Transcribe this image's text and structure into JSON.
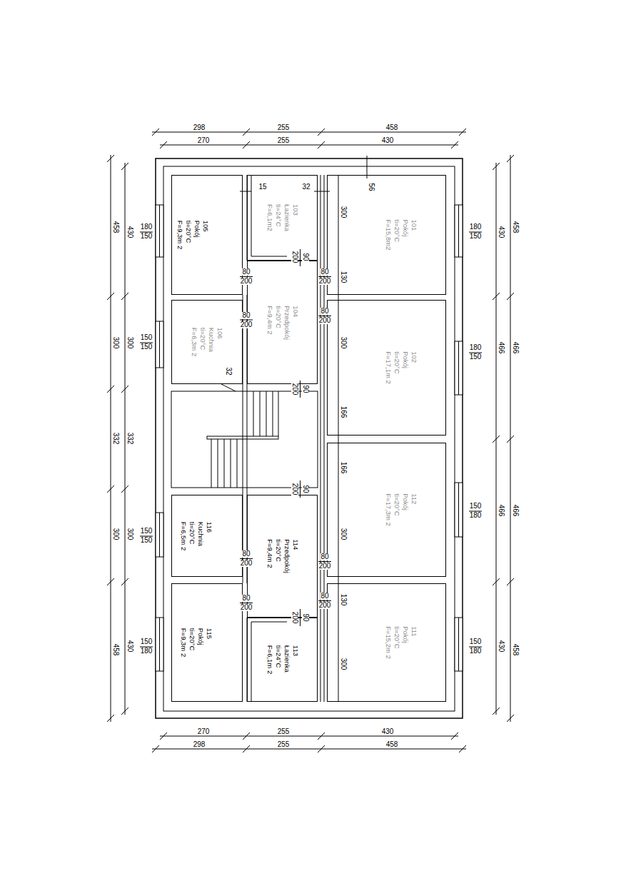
{
  "diagram": {
    "nodes": [
      {
        "text": [
          "105",
          "Pokój",
          "ti=20°C",
          "F=9,3m 2"
        ]
      },
      {
        "text": [
          "103",
          "Łazienka",
          "ti=24°C",
          "F=6,1m2"
        ]
      },
      {
        "text": [
          "101",
          "Pokój",
          "ti=20°C",
          "F=15,8m2"
        ]
      },
      {
        "text": [
          "104",
          "Przedpokój",
          "ti=20°C",
          "F=9,4m 2"
        ]
      },
      {
        "text": [
          "106",
          "Kuchnia",
          "ti=20°C",
          "F=6,3m 2"
        ]
      },
      {
        "text": [
          "102",
          "Pokój",
          "ti=20°C",
          "F=17,1m 2"
        ]
      },
      {
        "text": [
          "116",
          "Kuchnia",
          "ti=20°C",
          "F=6,5m 2"
        ]
      },
      {
        "text": [
          "114",
          "Przedpokój",
          "ti=20°C",
          "F=9,4m 2"
        ]
      },
      {
        "text": [
          "112",
          "Pokój",
          "ti=20°C",
          "F=17,3m 2"
        ]
      },
      {
        "text": [
          "115",
          "Pokój",
          "ti=20°C",
          "F=9,3m 2"
        ]
      },
      {
        "text": [
          "113",
          "Łazienka",
          "ti=24°C",
          "F=6,1m 2"
        ]
      },
      {
        "text": [
          "111",
          "Pokój",
          "ti=20°C",
          "F=15,2m 2"
        ]
      }
    ],
    "labels": [
      "298",
      "255",
      "458",
      "270",
      "255",
      "430",
      "270",
      "255",
      "430",
      "298",
      "255",
      "458",
      "458",
      "300",
      "332",
      "300",
      "458",
      "430",
      "300",
      "332",
      "300",
      "430",
      "180",
      "150",
      "150",
      "150",
      "150",
      "150",
      "150",
      "180",
      "458",
      "466",
      "466",
      "458",
      "430",
      "466",
      "466",
      "430",
      "180",
      "150",
      "180",
      "150",
      "150",
      "180",
      "150",
      "180",
      "15",
      "32",
      "56",
      "300",
      "130",
      "300",
      "166",
      "166",
      "300",
      "130",
      "300",
      "32",
      "80",
      "200",
      "80",
      "200",
      "80",
      "200",
      "80",
      "200",
      "80",
      "200",
      "80",
      "200",
      "80",
      "200",
      "80",
      "200",
      "90",
      "200",
      "90",
      "200",
      "90",
      "200",
      "90",
      "200"
    ]
  }
}
